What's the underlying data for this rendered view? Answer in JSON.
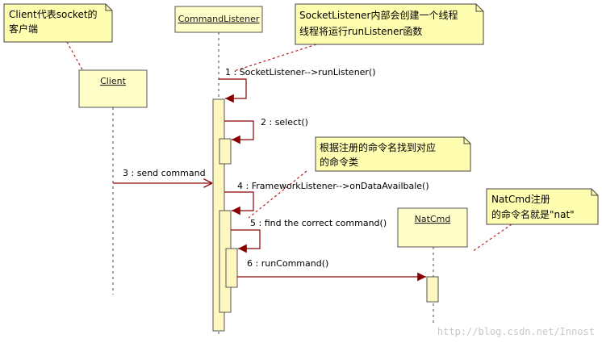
{
  "notes": {
    "client_note": [
      "Client代表socket的",
      "客户端"
    ],
    "socketlistener_note": [
      "SocketListener内部会创建一个线程",
      "线程将运行runListener函数"
    ],
    "command_note": [
      "根据注册的命令名找到对应",
      "的命令类"
    ],
    "natcmd_note": [
      "NatCmd注册",
      "的命令名就是\"nat\""
    ]
  },
  "objects": {
    "client": "Client",
    "commandlistener": "CommandListener",
    "natcmd": "NatCmd"
  },
  "messages": {
    "m1": "1 : SocketListener-->runListener()",
    "m2": "2 : select()",
    "m3": "3 : send command",
    "m4": "4 : FrameworkListener-->onDataAvailbale()",
    "m5": "5 : find the correct command()",
    "m6": "6 : runCommand()"
  },
  "watermark": "http://blog.csdn.net/Innost",
  "colors": {
    "note_fill": "#fffdb0",
    "object_fill": "#fffdc8",
    "activation_fill": "#fff7c0",
    "line": "#8b0000",
    "lifeline": "#444444",
    "object_text": "#1a1a1a"
  }
}
